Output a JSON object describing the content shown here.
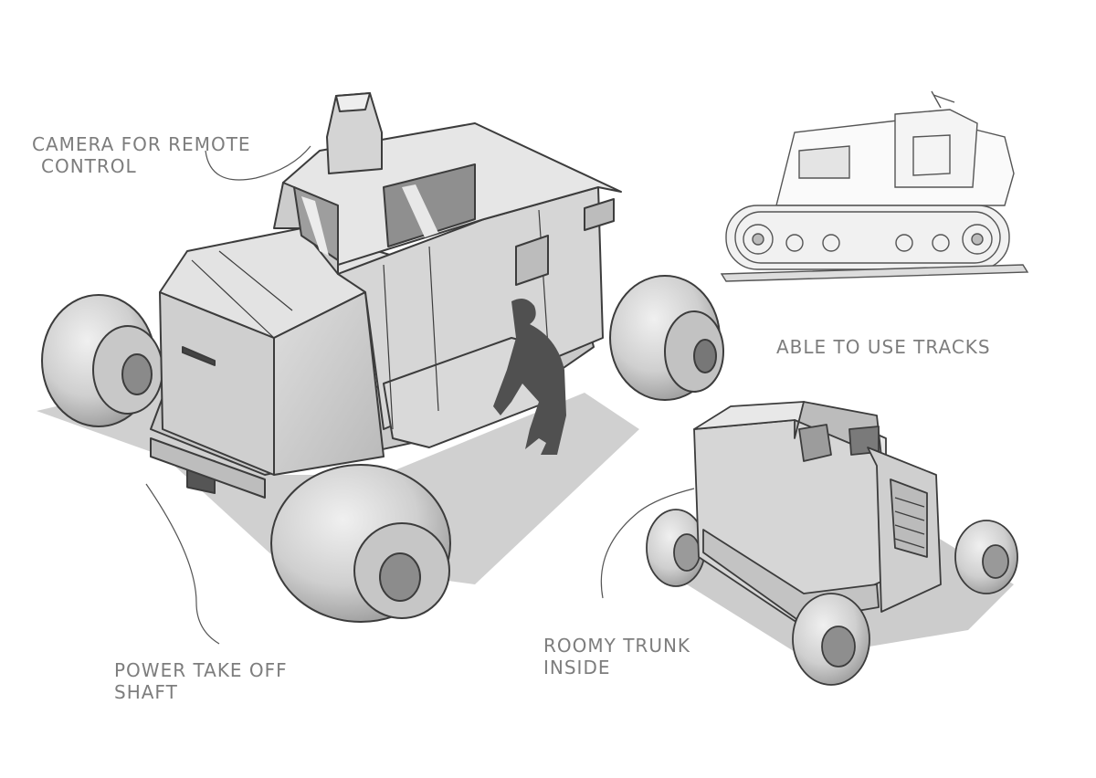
{
  "annotations": {
    "camera": {
      "line1": "CAMERA FOR REMOTE",
      "line2": "CONTROL"
    },
    "tracks": {
      "line1": "ABLE TO USE TRACKS"
    },
    "pto": {
      "line1": "POWER TAKE OFF",
      "line2": "SHAFT"
    },
    "trunk": {
      "line1": "ROOMY TRUNK",
      "line2": "INSIDE"
    }
  },
  "colors": {
    "paper": "#ffffff",
    "ink": "#7d7d7d",
    "body_fill": "#d2d2d2",
    "shadow": "#bdbdbd",
    "silhouette": "#505050"
  }
}
